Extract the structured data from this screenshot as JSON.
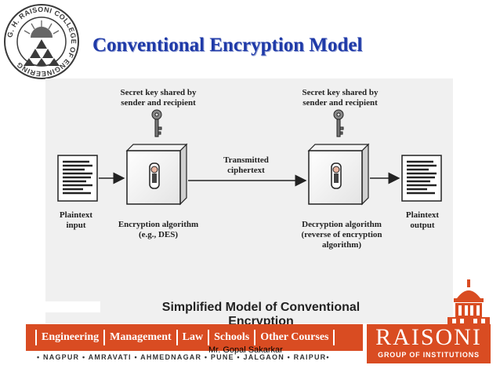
{
  "slide": {
    "title": "Conventional Encryption Model",
    "author": "Mr. Gopal Sakarkar"
  },
  "logo": {
    "ring_text": "G. H. RAISONI COLLEGE OF ENGINEERING",
    "icon": "college-seal-icon"
  },
  "diagram": {
    "caption": "Simplified Model of Conventional Encryption",
    "key_label_left": "Secret key shared by\nsender and recipient",
    "key_label_right": "Secret key shared by\nsender and recipient",
    "transmitted_label": "Transmitted\nciphertext",
    "plaintext_input_label": "Plaintext\ninput",
    "plaintext_output_label": "Plaintext\noutput",
    "encryption_label": "Encryption algorithm\n(e.g., DES)",
    "decryption_label": "Decryption algorithm\n(reverse of encryption\nalgorithm)",
    "icons": [
      "document-icon",
      "key-icon",
      "lock-icon",
      "arrow-icon"
    ]
  },
  "banner": {
    "items": [
      "Engineering",
      "Management",
      "Law",
      "Schools",
      "Other Courses"
    ],
    "cities": "• NAGPUR • AMRAVATI • AHMEDNAGAR • PUNE • JALGAON • RAIPUR•",
    "color": "#d94c22"
  },
  "brand": {
    "name": "RAISONI",
    "subtitle": "GROUP OF INSTITUTIONS",
    "icon": "dome-icon"
  }
}
